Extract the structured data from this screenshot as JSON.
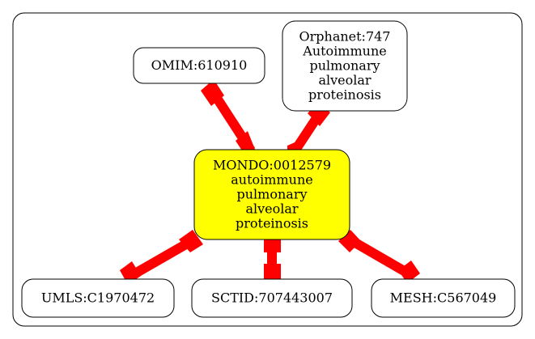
{
  "graph": {
    "center": {
      "lines": [
        "MONDO:0012579",
        "autoimmune",
        "pulmonary",
        "alveolar",
        "proteinosis"
      ],
      "fill": "#ffff00"
    },
    "omim": {
      "lines": [
        "OMIM:610910"
      ]
    },
    "orphanet": {
      "lines": [
        "Orphanet:747",
        "Autoimmune",
        "pulmonary",
        "alveolar",
        "proteinosis"
      ]
    },
    "umls": {
      "lines": [
        "UMLS:C1970472"
      ]
    },
    "sctid": {
      "lines": [
        "SCTID:707443007"
      ]
    },
    "mesh": {
      "lines": [
        "MESH:C567049"
      ]
    }
  },
  "colors": {
    "edge": "#ff0000",
    "border": "#000000",
    "node_fill": "#ffffff",
    "center_fill": "#ffff00"
  }
}
